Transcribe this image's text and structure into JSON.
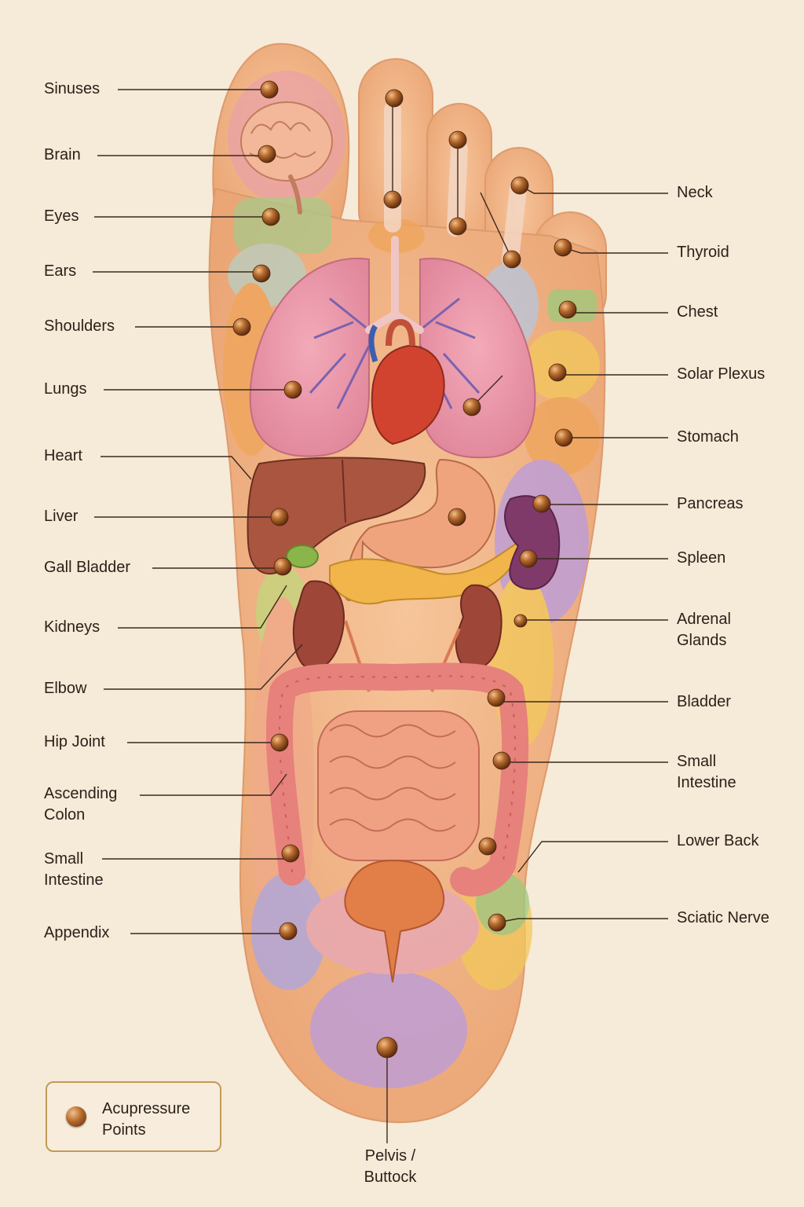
{
  "left_labels": {
    "sinuses": "Sinuses",
    "brain": "Brain",
    "eyes": "Eyes",
    "ears": "Ears",
    "shoulders": "Shoulders",
    "lungs": "Lungs",
    "heart": "Heart",
    "liver": "Liver",
    "gall_bladder": "Gall Bladder",
    "kidneys": "Kidneys",
    "elbow": "Elbow",
    "hip_joint": "Hip Joint",
    "ascending_colon": "Ascending Colon",
    "small_intestine": "Small Intestine",
    "appendix": "Appendix"
  },
  "right_labels": {
    "neck": "Neck",
    "thyroid": "Thyroid",
    "chest": "Chest",
    "solar_plexus": "Solar Plexus",
    "stomach": "Stomach",
    "pancreas": "Pancreas",
    "spleen": "Spleen",
    "adrenal_glands": "Adrenal Glands",
    "bladder": "Bladder",
    "small_intestine": "Small Intestine",
    "lower_back": "Lower Back",
    "sciatic_nerve": "Sciatic Nerve"
  },
  "bottom_label": "Pelvis / Buttock",
  "legend": {
    "label": "Acupressure Points"
  },
  "colors": {
    "background": "#f6ead8",
    "skin": "#f2b486",
    "point": "#a8602a",
    "leader": "#3a2a1f",
    "legend_border": "#c29a5a"
  }
}
